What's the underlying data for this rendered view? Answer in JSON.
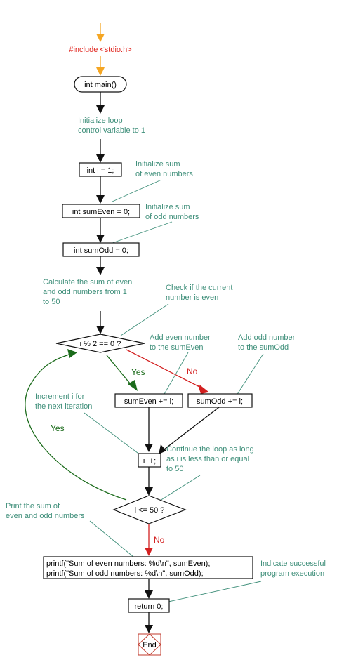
{
  "include": "#include <stdio.h>",
  "nodes": {
    "main": "int main()",
    "init_i": "int i = 1;",
    "init_even": "int sumEven = 0;",
    "init_odd": "int sumOdd = 0;",
    "cond_even": "i % 2 == 0 ?",
    "add_even": "sumEven += i;",
    "add_odd": "sumOdd += i;",
    "increment": "i++;",
    "cond_loop": "i <= 50 ?",
    "printf_1": "printf(\"Sum of even numbers: %d\\n\", sumEven);",
    "printf_2": "printf(\"Sum of odd numbers: %d\\n\", sumOdd);",
    "return": "return 0;",
    "end": "End"
  },
  "comments": {
    "c_loop_var": [
      "Initialize loop",
      "control variable to 1"
    ],
    "c_sum_even": [
      "Initialize sum",
      "of even numbers"
    ],
    "c_sum_odd": [
      "Initialize sum",
      "of odd numbers"
    ],
    "c_calc": [
      "Calculate the sum of even",
      "and odd numbers from 1",
      "to 50"
    ],
    "c_check": [
      "Check if the current",
      "number is even"
    ],
    "c_add_even": [
      "Add even number",
      "to the sumEven"
    ],
    "c_add_odd": [
      "Add odd number",
      "to the sumOdd"
    ],
    "c_increment": [
      "Increment i for",
      "the next iteration"
    ],
    "c_continue": [
      "Continue the loop as long",
      "as i is less than or equal",
      "to 50"
    ],
    "c_print": [
      "Print the sum of",
      "even and odd numbers"
    ],
    "c_success": [
      "Indicate successful",
      "program execution"
    ]
  },
  "branch_labels": {
    "even_yes": "Yes",
    "even_no": "No",
    "loop_yes": "Yes",
    "loop_no": "No"
  },
  "colors": {
    "arrow_black": "#111111",
    "arrow_orange": "#f5a623",
    "yes_green": "#1b6b1b",
    "no_red": "#d32020",
    "comment_teal": "#3f8f7a",
    "end_red": "#c0392b"
  }
}
